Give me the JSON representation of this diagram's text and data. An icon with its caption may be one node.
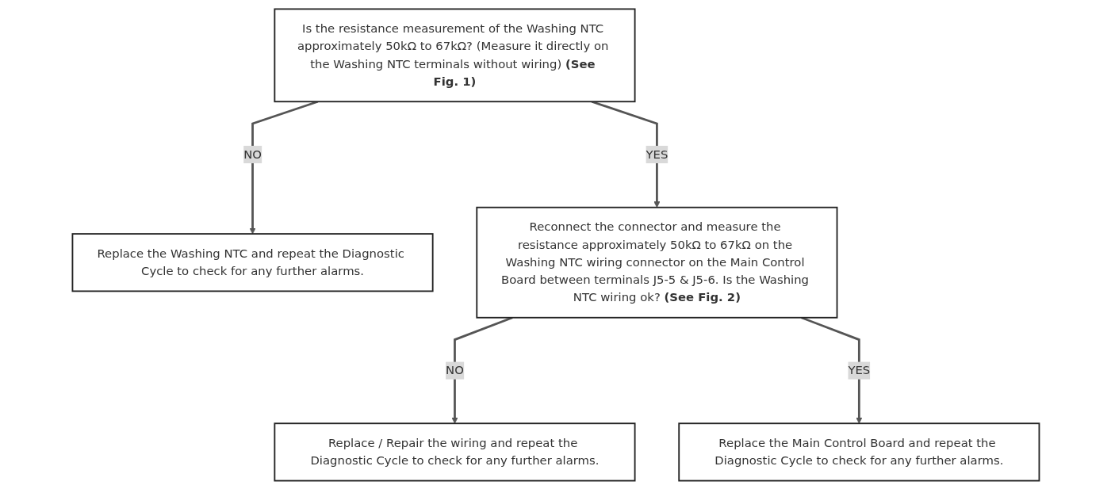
{
  "diagram": {
    "nodes": [
      {
        "text": [
          "Is the resistance measurement of the Washing NTC approximately 50kΩ to 67kΩ? (Measure it directly on the Washing NTC terminals without wiring) **(See Fig. 1)**"
        ]
      },
      {
        "text": [
          "Replace the Washing NTC and repeat the Diagnostic Cycle to check for any further alarms."
        ]
      },
      {
        "text": [
          "Reconnect the connector and measure the resistance approximately 50kΩ to 67kΩ on the Washing NTC wiring connector on the Main Control Board between terminals J5-5 & J5-6. Is the Washing NTC wiring ok? **(See Fig. 2)**"
        ]
      },
      {
        "text": [
          "Replace / Repair the wiring and repeat the Diagnostic Cycle to check for any further alarms."
        ]
      },
      {
        "text": [
          "Replace the Main Control Board and repeat the Diagnostic Cycle to check for any further alarms."
        ]
      }
    ],
    "edges": [
      {
        "from": 0,
        "to": 1,
        "arrow": "to",
        "label": "NO"
      },
      {
        "from": 0,
        "to": 2,
        "arrow": "to",
        "label": "YES"
      },
      {
        "from": 2,
        "to": 3,
        "arrow": "to",
        "label": "NO"
      },
      {
        "from": 2,
        "to": 4,
        "arrow": "to",
        "label": "YES"
      }
    ]
  }
}
